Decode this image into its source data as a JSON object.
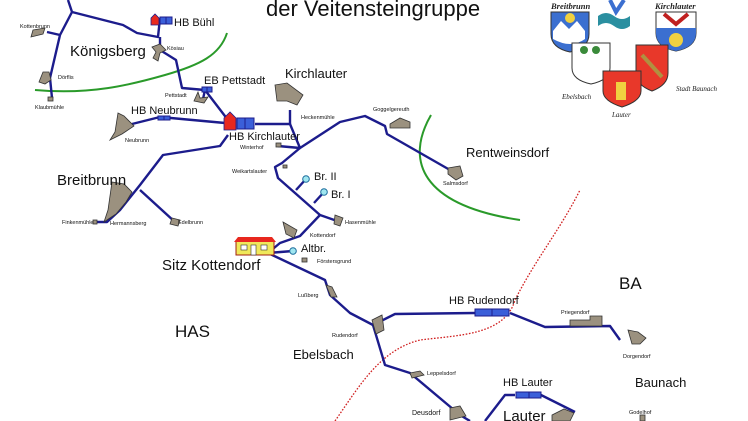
{
  "title": "der Veitensteingruppe",
  "colors": {
    "pipeline": "#1c1c8c",
    "tank": "#3b5fd9",
    "village": "#9b917f",
    "house": "#e8281e",
    "well": "#9fe6f0",
    "boundary_district": "#d02020",
    "boundary_municipality": "#2a9a2a"
  },
  "regions": {
    "has": "HAS",
    "ba": "BA"
  },
  "municipalities": {
    "koenigsberg": "Königsberg",
    "kirchlauter": "Kirchlauter",
    "rentweinsdorf": "Rentweinsdorf",
    "breitbrunn": "Breitbrunn",
    "ebelsbach": "Ebelsbach",
    "baunach": "Baunach",
    "lauter": "Lauter"
  },
  "facilities": {
    "hb_buehl": "HB Bühl",
    "eb_pettstadt": "EB Pettstadt",
    "hb_neubrunn": "HB Neubrunn",
    "hb_kirchlauter": "HB Kirchlauter",
    "br2": "Br. II",
    "br1": "Br. I",
    "altbr": "Altbr.",
    "sitz": "Sitz Kottendorf",
    "hb_rudendorf": "HB Rudendorf",
    "hb_lauter": "HB Lauter"
  },
  "villages": {
    "kottenbrunn": "Kottenbrunn",
    "koesiau": "Kösiau",
    "doerflis": "Dörflis",
    "klaubmuehle": "Klaubmühle",
    "pettstadt": "Pettstadt",
    "neubrunn": "Neubrunn",
    "heckenmuehle": "Heckenmühle",
    "goggelgereuth": "Goggelgereuth",
    "winterhof": "Winterhof",
    "weikartslauter": "Weikartslauter",
    "salmsdorf": "Salmsdorf",
    "finkenmuehle": "Finkenmühle",
    "hermannsberg": "Hermannsberg",
    "edelbrunn": "Edelbrunn",
    "hasenmuehle": "Hasenmühle",
    "kottendorf": "Kottendorf",
    "foerstersgrund": "Förstersgrund",
    "lussberg": "Lußberg",
    "rudendorf": "Rudendorf",
    "priegendorf": "Priegendorf",
    "dorgendorf": "Dorgendorf",
    "leppelsdorf": "Leppelsdorf",
    "deusdorf": "Deusdorf",
    "godelhof": "Godelhof"
  },
  "coats_of_arms": [
    "Breitbrunn",
    "Kirchlauter",
    "Ebelsbach",
    "Lauter",
    "Stadt Baunach"
  ]
}
